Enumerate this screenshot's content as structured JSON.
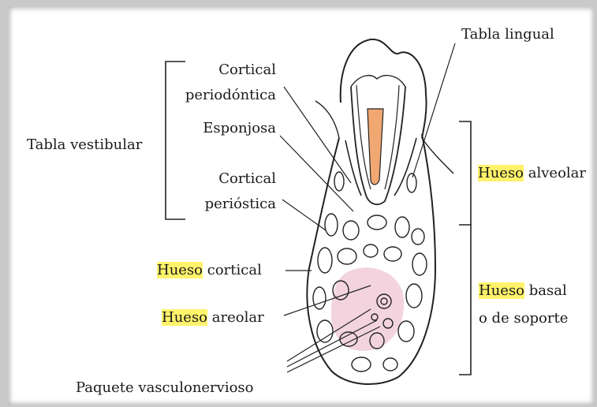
{
  "labels": {
    "tabla_lingual": "Tabla lingual",
    "cortical_periodontica_1": "Cortical",
    "cortical_periodontica_2": "periodóntica",
    "esponjosa": "Esponjosa",
    "tabla_vestibular": "Tabla vestibular",
    "cortical_periostica_1": "Cortical",
    "cortical_periostica_2": "perióstica",
    "hueso_alveolar_hl": "Hueso",
    "hueso_alveolar_rest": " alveolar",
    "hueso_cortical_hl": "Hueso",
    "hueso_cortical_rest": " cortical",
    "hueso_basal_hl": "Hueso",
    "hueso_basal_rest": " basal",
    "hueso_basal_2": "o de soporte",
    "hueso_areolar_hl": "Hueso",
    "hueso_areolar_rest": " areolar",
    "paquete": "Paquete vasculonervioso"
  },
  "colors": {
    "highlight": "#fff36b",
    "pulp": "#f0a772",
    "vessel_zone": "#f3d4de",
    "line": "#222222"
  }
}
